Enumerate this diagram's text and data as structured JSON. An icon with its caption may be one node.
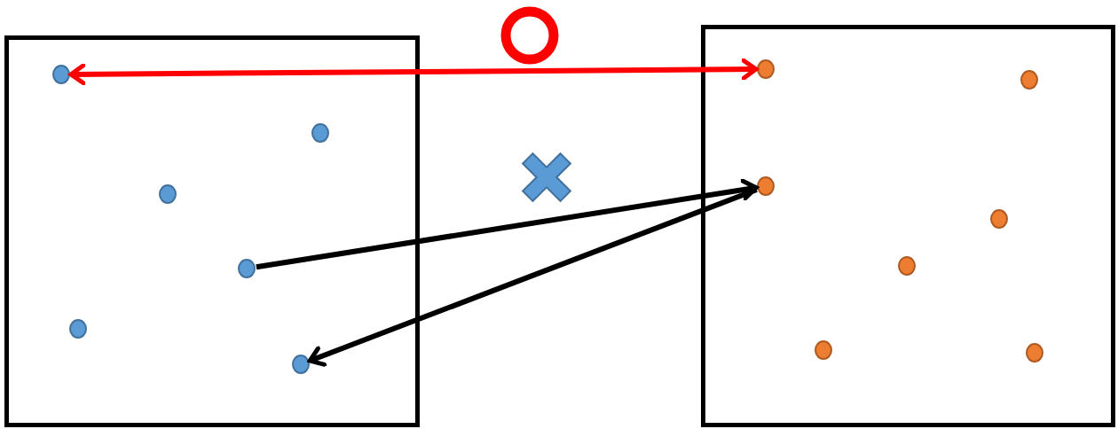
{
  "diagram": {
    "nodes": [
      {
        "text": [],
        "shape": "box"
      },
      {
        "text": [],
        "shape": "circle",
        "in": 0
      },
      {
        "text": [],
        "shape": "circle",
        "in": 0
      },
      {
        "text": [],
        "shape": "circle",
        "in": 0
      },
      {
        "text": [],
        "shape": "circle",
        "in": 0
      },
      {
        "text": [],
        "shape": "circle",
        "in": 0
      },
      {
        "text": [],
        "shape": "circle",
        "in": 0
      },
      {
        "text": [],
        "shape": "box"
      },
      {
        "text": [],
        "shape": "circle",
        "in": 7
      },
      {
        "text": [],
        "shape": "circle",
        "in": 7
      },
      {
        "text": [],
        "shape": "circle",
        "in": 7
      },
      {
        "text": [],
        "shape": "circle",
        "in": 7
      },
      {
        "text": [],
        "shape": "circle",
        "in": 7
      },
      {
        "text": [],
        "shape": "circle",
        "in": 7
      },
      {
        "text": [],
        "shape": "circle",
        "in": 7
      }
    ],
    "edges": [
      {
        "from": 1,
        "to": 8,
        "arrow": "both",
        "color": "#ff0000"
      },
      {
        "from": 4,
        "to": 10,
        "arrow": "to"
      },
      {
        "from": 10,
        "to": 6,
        "arrow": "to"
      }
    ]
  }
}
